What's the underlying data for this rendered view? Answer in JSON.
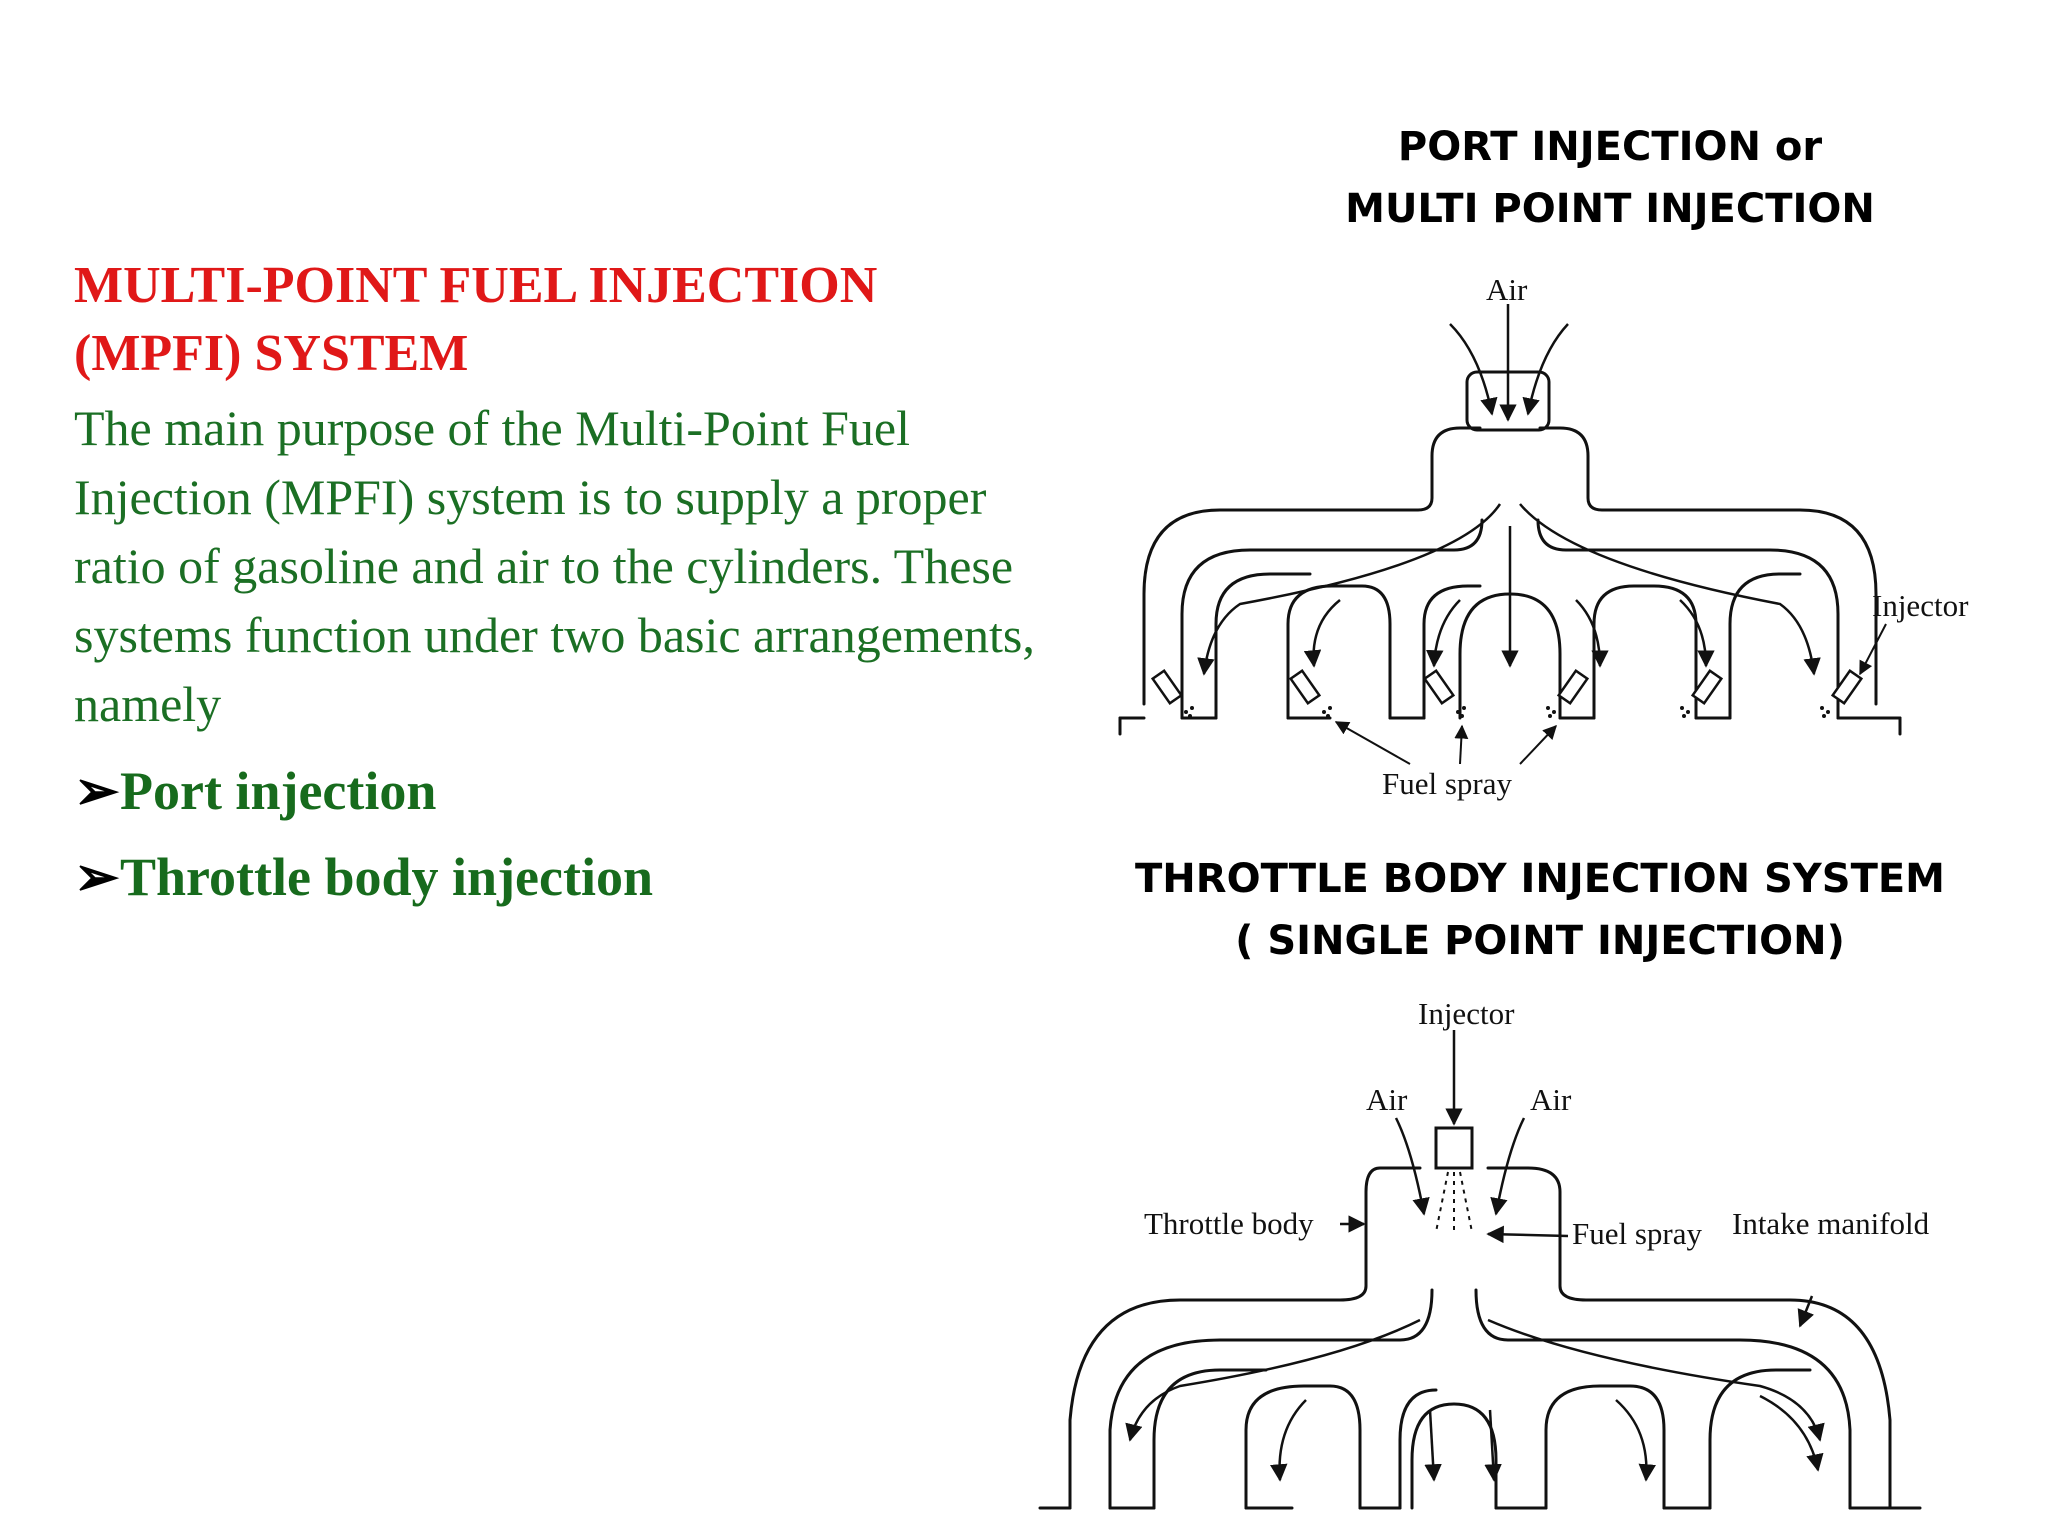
{
  "left": {
    "title_line1": "MULTI-POINT FUEL INJECTION",
    "title_line2": "(MPFI) SYSTEM",
    "paragraph": "The main purpose of the Multi-Point Fuel Injection (MPFI) system is to supply a proper ratio of gasoline and air to the cylinders. These systems function under two basic arrangements, namely",
    "bullet_symbol": "➢",
    "bullets": [
      "Port injection",
      "Throttle body injection"
    ]
  },
  "port_diagram": {
    "heading_line1": "PORT INJECTION or",
    "heading_line2": "MULTI POINT INJECTION",
    "labels": {
      "air": "Air",
      "injector": "Injector",
      "fuel_spray": "Fuel spray"
    }
  },
  "tbi_diagram": {
    "heading_line1": "THROTTLE BODY INJECTION SYSTEM",
    "heading_line2": "( SINGLE POINT INJECTION)",
    "labels": {
      "injector": "Injector",
      "air_left": "Air",
      "air_right": "Air",
      "throttle_body": "Throttle body",
      "fuel_spray": "Fuel spray",
      "intake_manifold": "Intake manifold"
    }
  },
  "colors": {
    "title": "#e01818",
    "body": "#1b6f24",
    "bullet": "#176b1d",
    "heading": "#000000"
  }
}
